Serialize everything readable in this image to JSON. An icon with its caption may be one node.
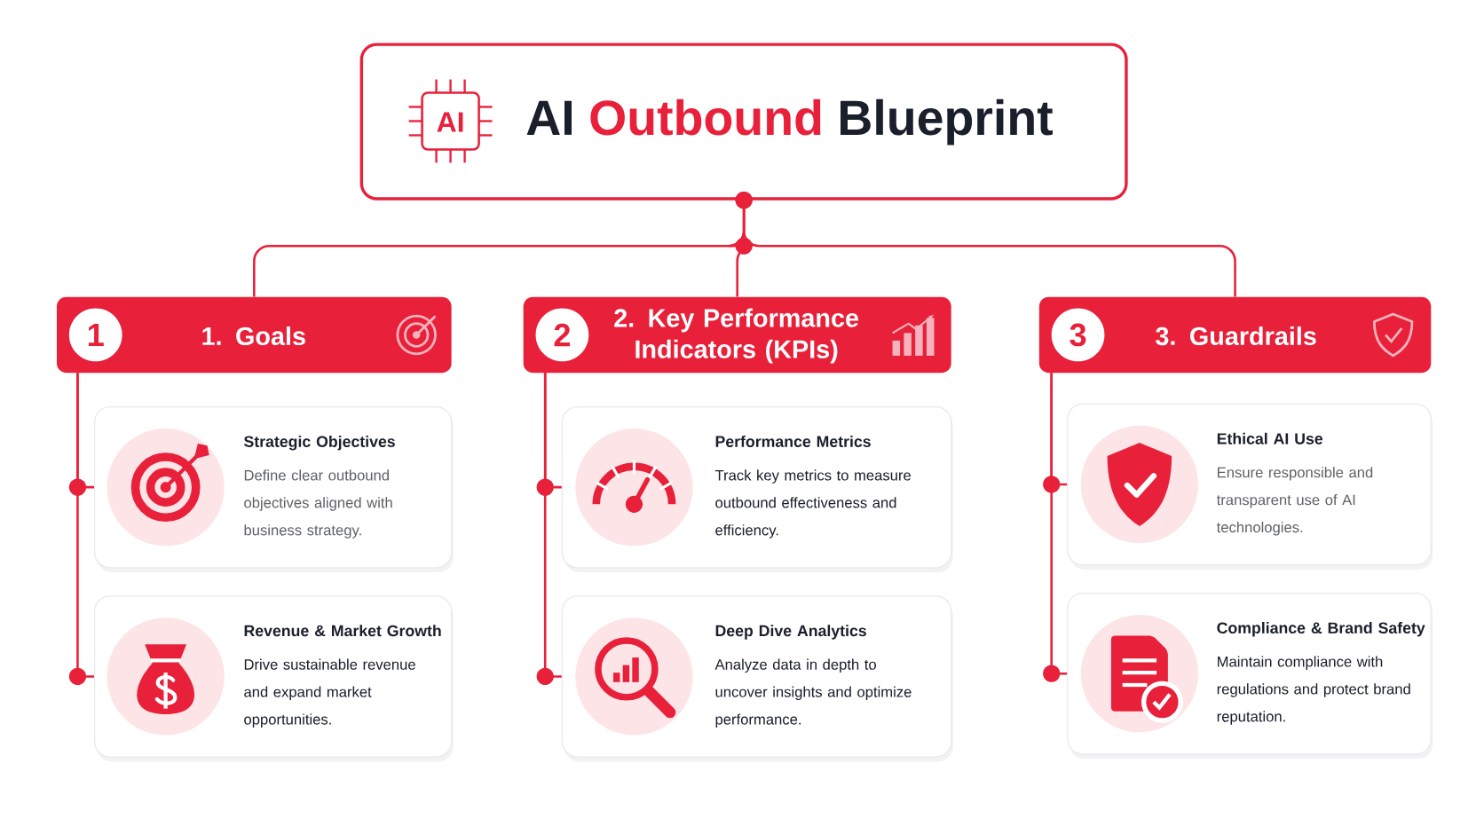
{
  "diagram": {
    "nodes": [
      {
        "text": [
          "AI",
          "AI **Outbound** Blueprint"
        ]
      },
      {
        "text": [
          "1",
          "1. Goals"
        ]
      },
      {
        "text": [
          "2",
          "2. Key Performance Indicators (KPIs)"
        ]
      },
      {
        "text": [
          "3",
          "3. Guardrails"
        ]
      },
      {
        "text": [
          "Strategic Objectives",
          "Define clear outbound objectives aligned with business strategy."
        ]
      },
      {
        "text": [
          "Revenue & Market Growth",
          "Drive sustainable revenue and expand market opportunities."
        ]
      },
      {
        "text": [
          "Performance Metrics",
          "Track key metrics to measure outbound effectiveness and efficiency."
        ]
      },
      {
        "text": [
          "Deep Dive Analytics",
          "Analyze data in depth to uncover insights and optimize performance."
        ]
      },
      {
        "text": [
          "Ethical AI Use",
          "Ensure responsible and transparent use of AI technologies."
        ]
      },
      {
        "text": [
          "Compliance & Brand Safety",
          "Maintain compliance with regulations and protect brand reputation."
        ]
      }
    ],
    "edges": [
      {
        "from": 0,
        "to": 1,
        "arrow": "other"
      },
      {
        "from": 0,
        "to": 2,
        "arrow": "other"
      },
      {
        "from": 0,
        "to": 3,
        "arrow": "other"
      },
      {
        "from": 1,
        "to": 4,
        "arrow": "none"
      },
      {
        "from": 1,
        "to": 5,
        "arrow": "none"
      },
      {
        "from": 2,
        "to": 6,
        "arrow": "none"
      },
      {
        "from": 2,
        "to": 7,
        "arrow": "none"
      },
      {
        "from": 3,
        "to": 8,
        "arrow": "none"
      },
      {
        "from": 3,
        "to": 9,
        "arrow": "none"
      }
    ]
  }
}
